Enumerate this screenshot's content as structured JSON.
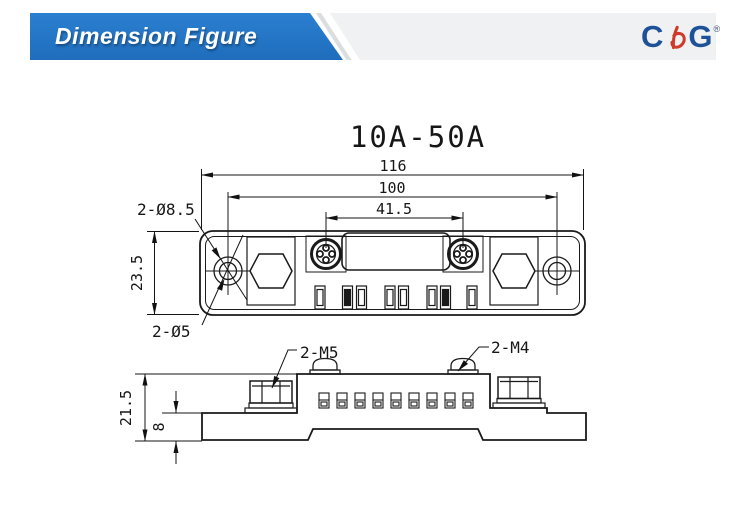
{
  "header": {
    "title": "Dimension Figure",
    "logo": {
      "left": "C",
      "right": "G",
      "registered": "®"
    },
    "colors": {
      "banner_blue": "#2478cb",
      "band_gray": "#f0f1f2",
      "logo_blue": "#1d5298",
      "logo_red": "#cf3b28",
      "line_black": "#1a1a1a"
    }
  },
  "drawing": {
    "title": "10A-50A",
    "top_view": {
      "dim_overall_width": "116",
      "dim_hole_spacing": "100",
      "dim_screw_spacing": "41.5",
      "dim_height": "23.5",
      "label_mount_holes": "2-Ø8.5",
      "label_small_holes": "2-Ø5"
    },
    "side_view": {
      "dim_total_height": "21.5",
      "dim_base_height": "8",
      "label_terminal_bolts": "2-M5",
      "label_fixing_screws": "2-M4"
    }
  }
}
